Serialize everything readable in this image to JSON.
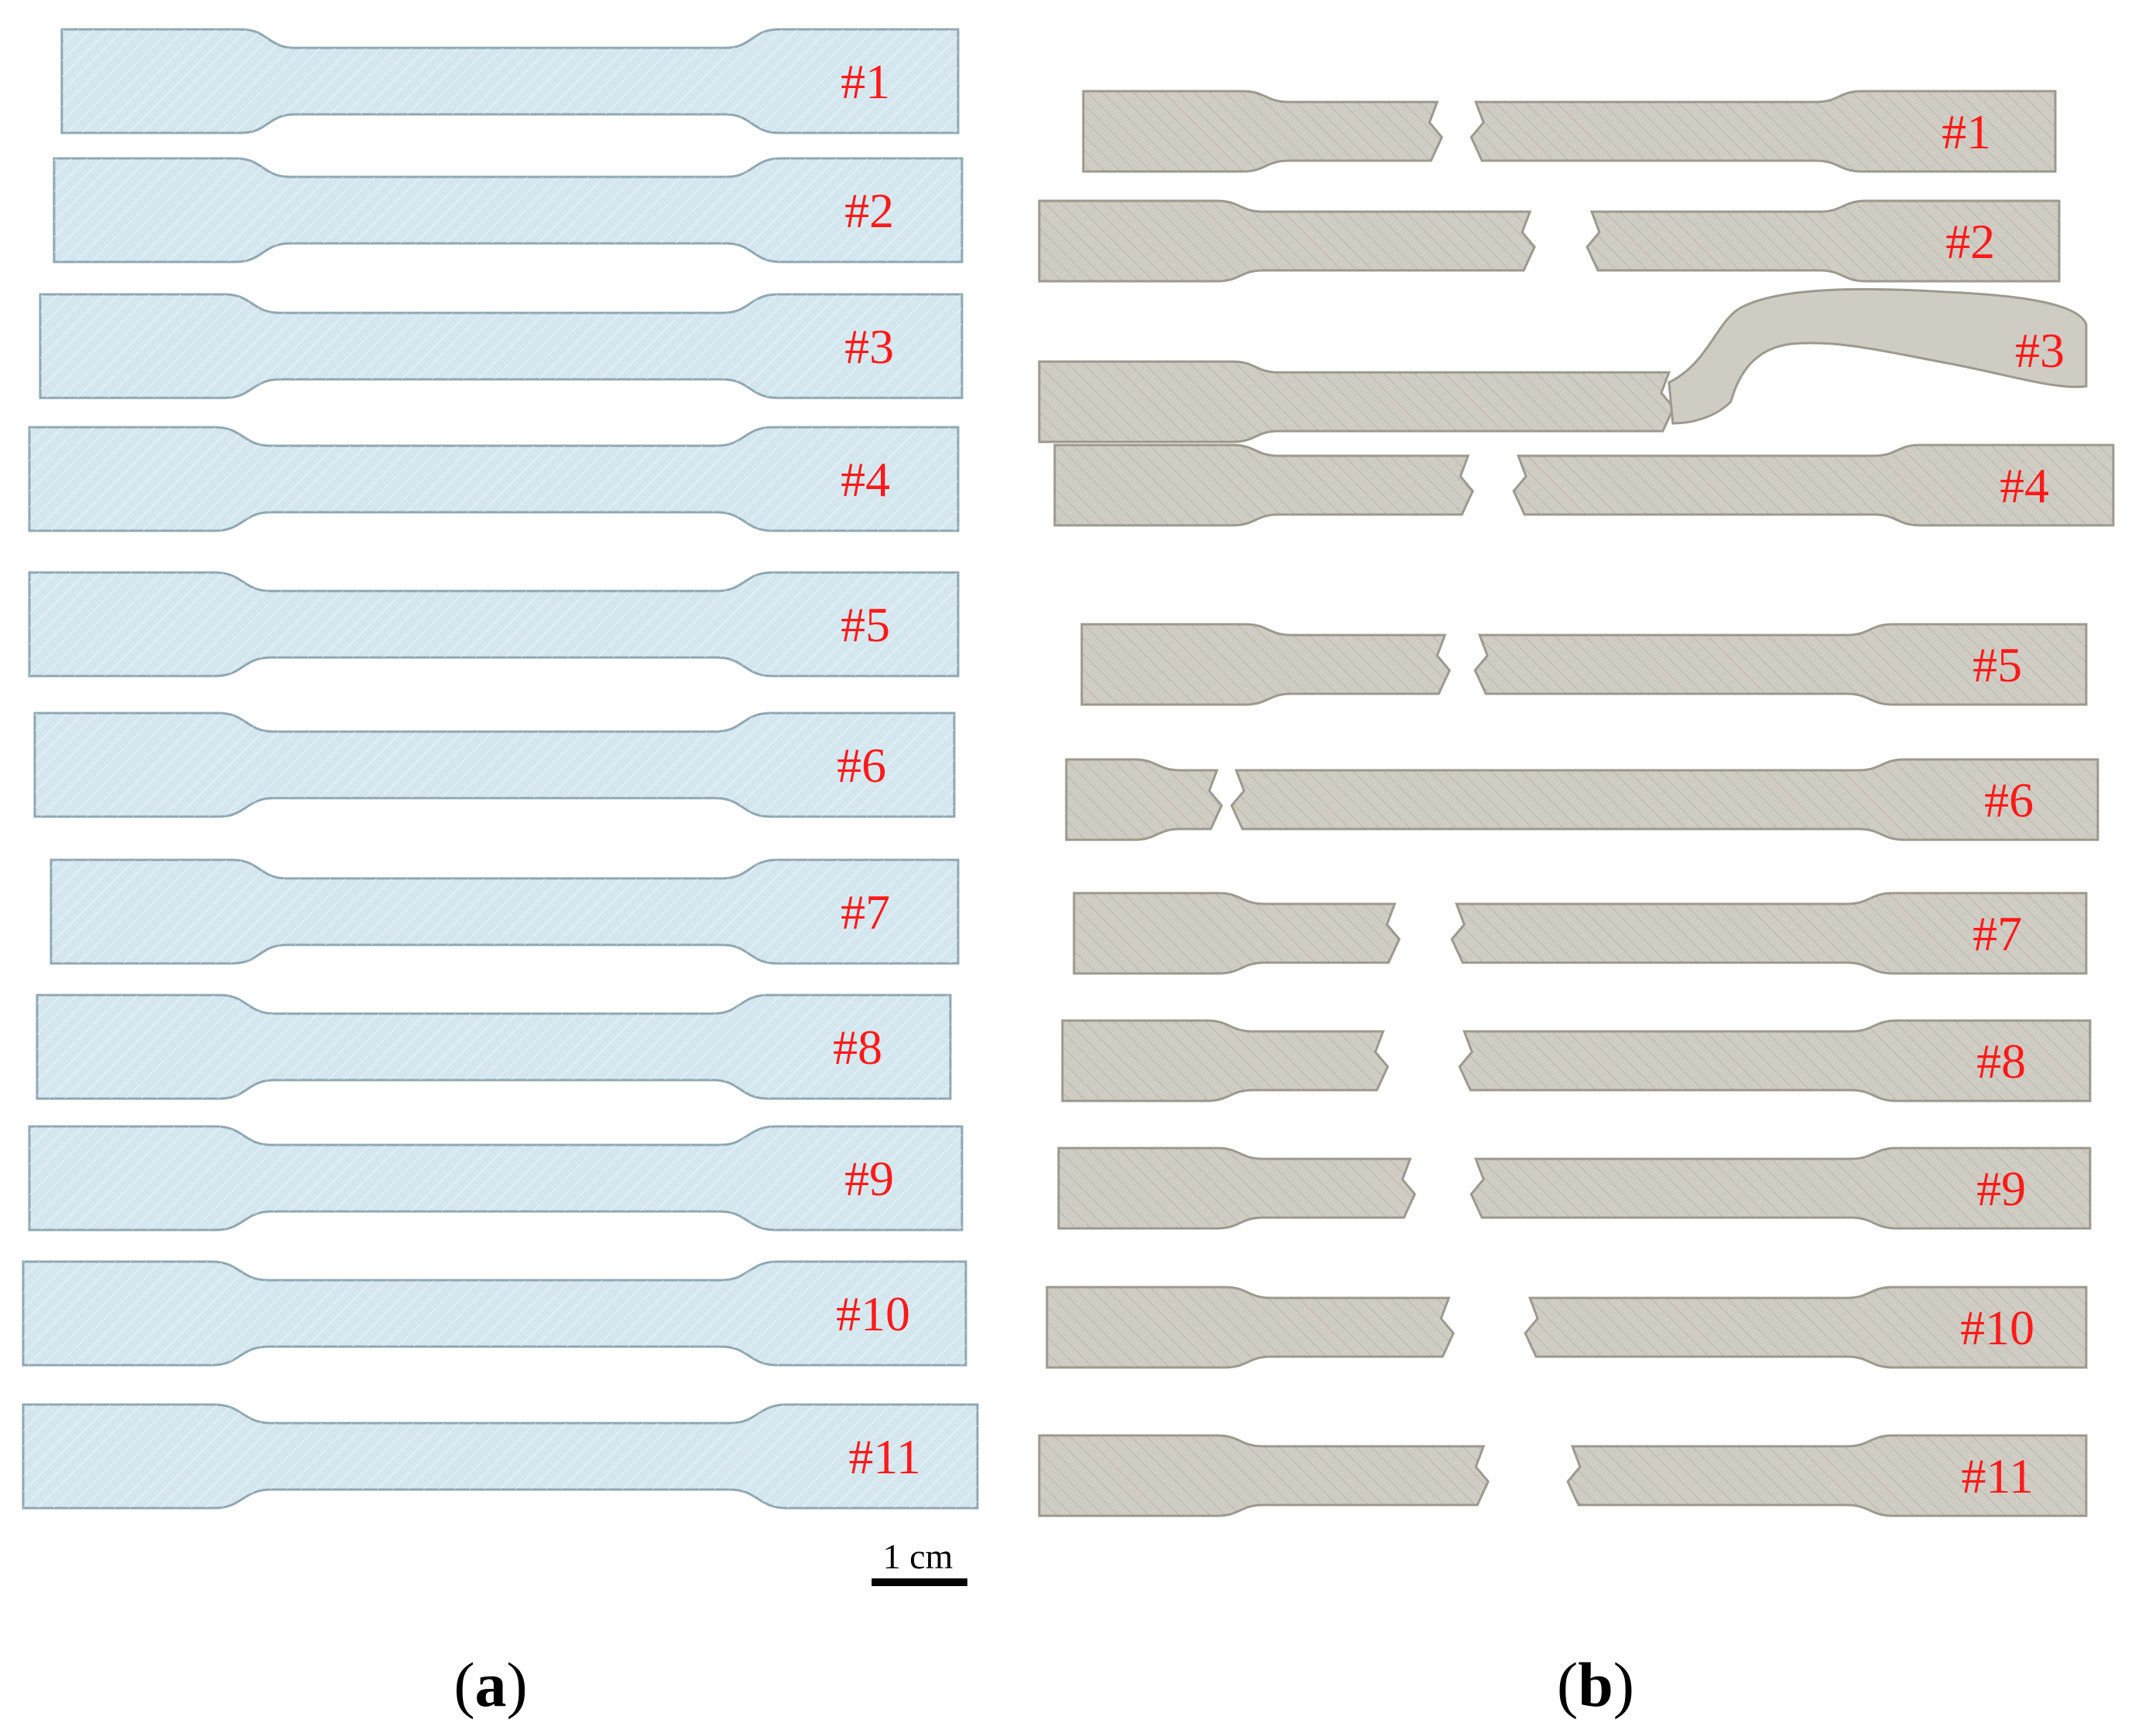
{
  "colors": {
    "label_red": "#ff1a1a",
    "intact_fill": "#d4e7ef",
    "intact_edge": "#8fa7b1",
    "fractured_fill": "#cfccc3",
    "fractured_edge": "#9d998e",
    "ink": "#000000"
  },
  "panel_a": {
    "label_open": "(",
    "label_letter": "a",
    "label_close": ")",
    "scale_bar": "1 cm",
    "specimens": [
      {
        "label": "#1"
      },
      {
        "label": "#2"
      },
      {
        "label": "#3"
      },
      {
        "label": "#4"
      },
      {
        "label": "#5"
      },
      {
        "label": "#6"
      },
      {
        "label": "#7"
      },
      {
        "label": "#8"
      },
      {
        "label": "#9"
      },
      {
        "label": "#10"
      },
      {
        "label": "#11"
      }
    ]
  },
  "panel_b": {
    "label_open": "(",
    "label_letter": "b",
    "label_close": ")",
    "specimens": [
      {
        "label": "#1"
      },
      {
        "label": "#2"
      },
      {
        "label": "#3"
      },
      {
        "label": "#4"
      },
      {
        "label": "#5"
      },
      {
        "label": "#6"
      },
      {
        "label": "#7"
      },
      {
        "label": "#8"
      },
      {
        "label": "#9"
      },
      {
        "label": "#10"
      },
      {
        "label": "#11"
      }
    ]
  }
}
